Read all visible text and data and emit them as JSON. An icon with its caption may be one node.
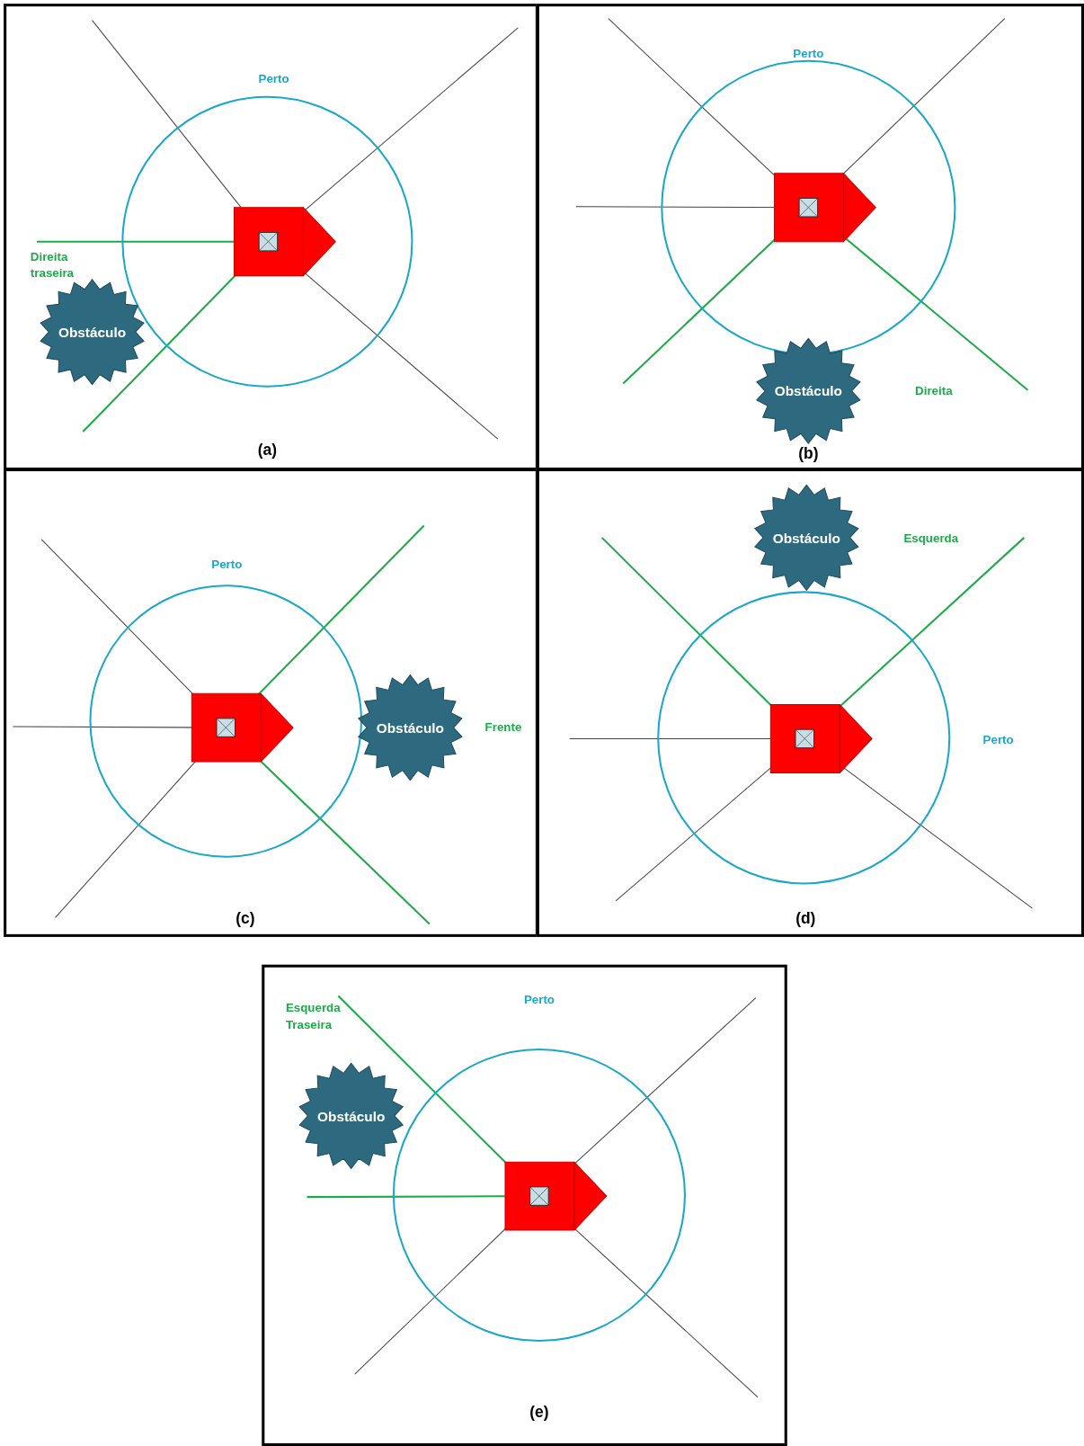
{
  "diagram": {
    "nodes": [
      {
        "text": [
          "(a)"
        ]
      },
      {
        "text": [
          "Obstáculo"
        ],
        "in": 0
      },
      {
        "text": [
          "(b)"
        ]
      },
      {
        "text": [
          "Obstáculo"
        ],
        "in": 2
      },
      {
        "text": [
          "(c)"
        ]
      },
      {
        "text": [
          "Obstáculo"
        ],
        "in": 4
      },
      {
        "text": [
          "(d)"
        ]
      },
      {
        "text": [
          "Obstáculo"
        ],
        "in": 6
      },
      {
        "text": [
          "(e)"
        ]
      },
      {
        "text": [
          "Obstáculo"
        ],
        "in": 8
      }
    ],
    "edges": [],
    "labels": [
      "Perto",
      "Direita traseira",
      "Perto",
      "Direita",
      "Perto",
      "Frente",
      "Esquerda",
      "Perto",
      "Perto",
      "Esquerda Traseira"
    ]
  }
}
